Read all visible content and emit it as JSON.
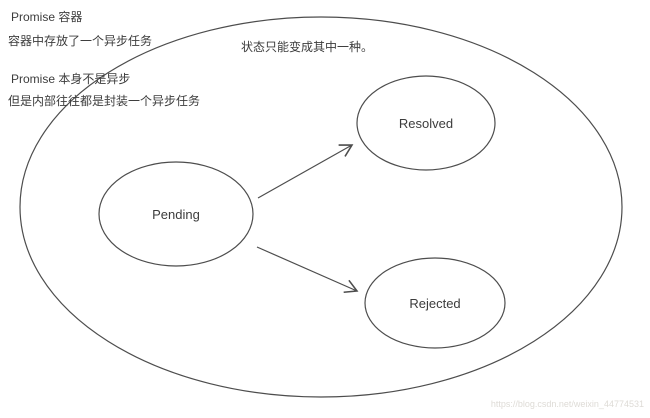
{
  "notes": {
    "line1": "Promise 容器",
    "line2": "容器中存放了一个异步任务",
    "line3": "Promise 本身不是异步",
    "line4": "但是内部往往都是封装一个异步任务"
  },
  "diagram": {
    "caption": "状态只能变成其中一种。",
    "states": {
      "pending": "Pending",
      "resolved": "Resolved",
      "rejected": "Rejected"
    },
    "arrows": [
      {
        "from": "Pending",
        "to": "Resolved"
      },
      {
        "from": "Pending",
        "to": "Rejected"
      }
    ]
  },
  "watermark": "https://blog.csdn.net/weixin_44774531",
  "colors": {
    "stroke": "#4d4d4d",
    "text": "#3c3c3c",
    "watermark": "#dedbd6",
    "bg": "#ffffff"
  }
}
